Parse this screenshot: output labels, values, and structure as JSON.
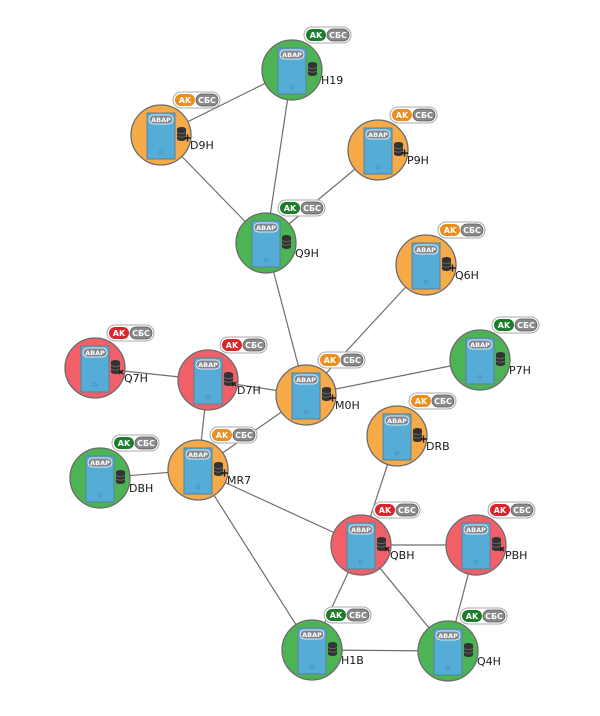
{
  "colors": {
    "status": {
      "green": "#4db455",
      "orange": "#f7aa48",
      "red": "#f16069"
    },
    "badge": {
      "green": "#1c7d2a",
      "orange": "#ec8e1b",
      "red": "#d9252c"
    }
  },
  "badge_labels": {
    "ak": "AK",
    "sbs": "СБС"
  },
  "server_label": "ABAP",
  "nodes": [
    {
      "id": "H19",
      "label": "H19",
      "status": "green",
      "ak": "green",
      "db": "ok"
    },
    {
      "id": "D9H",
      "label": "D9H",
      "status": "orange",
      "ak": "orange",
      "db": "plus"
    },
    {
      "id": "P9H",
      "label": "P9H",
      "status": "orange",
      "ak": "orange",
      "db": "plus"
    },
    {
      "id": "Q9H",
      "label": "Q9H",
      "status": "green",
      "ak": "green",
      "db": "ok"
    },
    {
      "id": "Q6H",
      "label": "Q6H",
      "status": "orange",
      "ak": "orange",
      "db": "plus"
    },
    {
      "id": "P7H",
      "label": "P7H",
      "status": "green",
      "ak": "green",
      "db": "ok"
    },
    {
      "id": "Q7H",
      "label": "Q7H",
      "status": "red",
      "ak": "red",
      "db": "x"
    },
    {
      "id": "D7H",
      "label": "D7H",
      "status": "red",
      "ak": "red",
      "db": "x"
    },
    {
      "id": "M0H",
      "label": "M0H",
      "status": "orange",
      "ak": "orange",
      "db": "plus"
    },
    {
      "id": "DRB",
      "label": "DRB",
      "status": "orange",
      "ak": "orange",
      "db": "plus"
    },
    {
      "id": "DBH",
      "label": "DBH",
      "status": "green",
      "ak": "green",
      "db": "ok"
    },
    {
      "id": "MR7",
      "label": "MR7",
      "status": "orange",
      "ak": "orange",
      "db": "plus"
    },
    {
      "id": "QBH",
      "label": "QBH",
      "status": "red",
      "ak": "red",
      "db": "x"
    },
    {
      "id": "PBH",
      "label": "PBH",
      "status": "red",
      "ak": "red",
      "db": "x"
    },
    {
      "id": "H1B",
      "label": "H1B",
      "status": "green",
      "ak": "green",
      "db": "ok"
    },
    {
      "id": "Q4H",
      "label": "Q4H",
      "status": "green",
      "ak": "green",
      "db": "ok"
    }
  ],
  "edges": [
    [
      "H19",
      "D9H"
    ],
    [
      "H19",
      "Q9H"
    ],
    [
      "D9H",
      "Q9H"
    ],
    [
      "P9H",
      "Q9H"
    ],
    [
      "Q9H",
      "M0H"
    ],
    [
      "Q6H",
      "M0H"
    ],
    [
      "P7H",
      "M0H"
    ],
    [
      "D7H",
      "M0H"
    ],
    [
      "Q7H",
      "D7H"
    ],
    [
      "D7H",
      "MR7"
    ],
    [
      "M0H",
      "MR7"
    ],
    [
      "DBH",
      "MR7"
    ],
    [
      "MR7",
      "QBH"
    ],
    [
      "MR7",
      "H1B"
    ],
    [
      "DRB",
      "QBH"
    ],
    [
      "QBH",
      "PBH"
    ],
    [
      "QBH",
      "H1B"
    ],
    [
      "QBH",
      "Q4H"
    ],
    [
      "PBH",
      "Q4H"
    ],
    [
      "H1B",
      "Q4H"
    ]
  ]
}
